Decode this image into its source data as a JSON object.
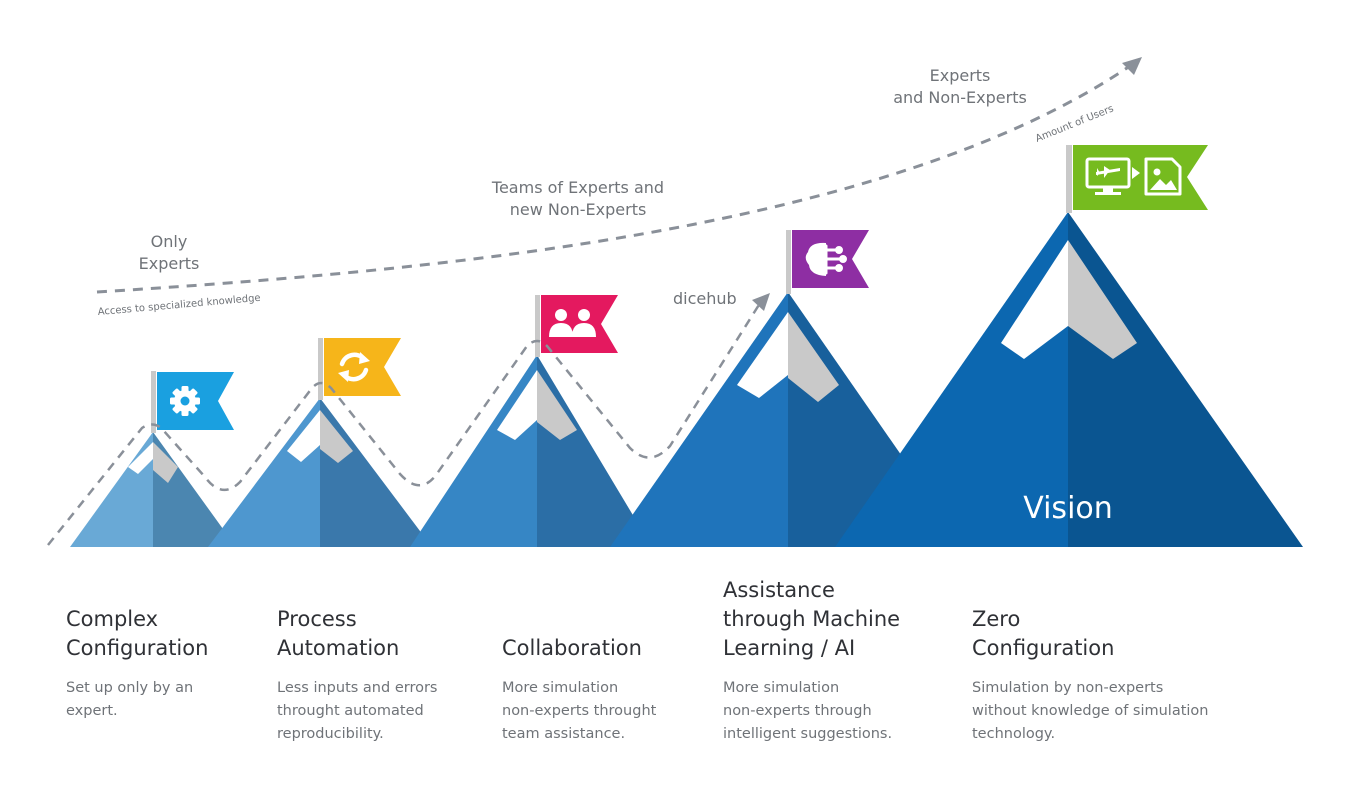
{
  "trend": {
    "labels": {
      "only_experts": [
        "Only",
        "Experts"
      ],
      "teams": [
        "Teams of Experts and",
        "new Non-Experts"
      ],
      "experts_non_experts": [
        "Experts",
        "and Non-Experts"
      ],
      "dicehub": "dicehub"
    },
    "axis": {
      "access": "Access to specialized knowledge",
      "users": "Amount of Users"
    }
  },
  "vision_label": "Vision",
  "stages": [
    {
      "id": "complex-configuration",
      "title": "Complex\nConfiguration",
      "desc": "Set up only by an\nexpert.",
      "flag_color": "#1aa0e0",
      "icon": "gear-icon"
    },
    {
      "id": "process-automation",
      "title": "Process\nAutomation",
      "desc": "Less inputs and errors\nthrought automated\nreproducibility.",
      "flag_color": "#f6b51a",
      "icon": "refresh-icon"
    },
    {
      "id": "collaboration",
      "title": "Collaboration",
      "desc": "More simulation\nnon-experts throught\nteam assistance.",
      "flag_color": "#e4195f",
      "icon": "team-icon"
    },
    {
      "id": "machine-learning",
      "title": "Assistance\nthrough Machine\nLearning / AI",
      "desc": "More simulation\nnon-experts through\nintelligent suggestions.",
      "flag_color": "#8e2ea3",
      "icon": "brain-icon"
    },
    {
      "id": "zero-configuration",
      "title": "Zero\nConfiguration",
      "desc": "Simulation by non-experts\nwithout knowledge of simulation\ntechnology.",
      "flag_color": "#76bb1f",
      "icon": "simulation-to-image-icon"
    }
  ],
  "colors": {
    "mountain_light": [
      "#69a9d6",
      "#4e97cf",
      "#3686c5",
      "#1f74bb",
      "#0c67b0"
    ],
    "mountain_dark": [
      "#4b86b0",
      "#3a78ab",
      "#2b6ea6",
      "#18609c",
      "#0a5591"
    ],
    "snow_shadow": "#c9c9c9",
    "dash": "#8a9099"
  }
}
